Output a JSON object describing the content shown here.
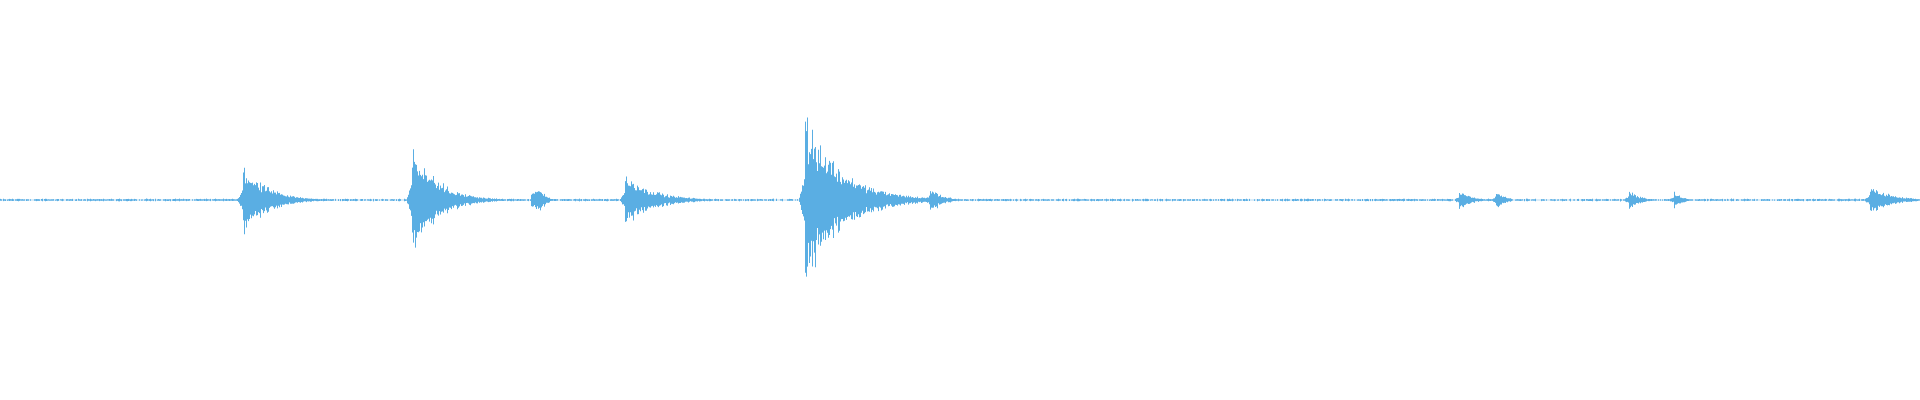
{
  "waveform": {
    "color": "#5aaee3",
    "background": "#ffffff",
    "baseline_level": 0.0,
    "transients": [
      {
        "t": 0.1265,
        "amp": 0.2,
        "decay": 0.012
      },
      {
        "t": 0.2145,
        "amp": 0.34,
        "decay": 0.012
      },
      {
        "t": 0.28,
        "amp": 0.07,
        "decay": 0.006,
        "burst": true
      },
      {
        "t": 0.3255,
        "amp": 0.15,
        "decay": 0.014
      },
      {
        "t": 0.419,
        "amp": 0.5,
        "decay": 0.018
      },
      {
        "t": 0.484,
        "amp": 0.08,
        "decay": 0.006
      },
      {
        "t": 0.7595,
        "amp": 0.06,
        "decay": 0.006
      },
      {
        "t": 0.779,
        "amp": 0.06,
        "decay": 0.004
      },
      {
        "t": 0.848,
        "amp": 0.07,
        "decay": 0.005
      },
      {
        "t": 0.8715,
        "amp": 0.05,
        "decay": 0.004
      },
      {
        "t": 0.9735,
        "amp": 0.09,
        "decay": 0.01
      }
    ]
  }
}
